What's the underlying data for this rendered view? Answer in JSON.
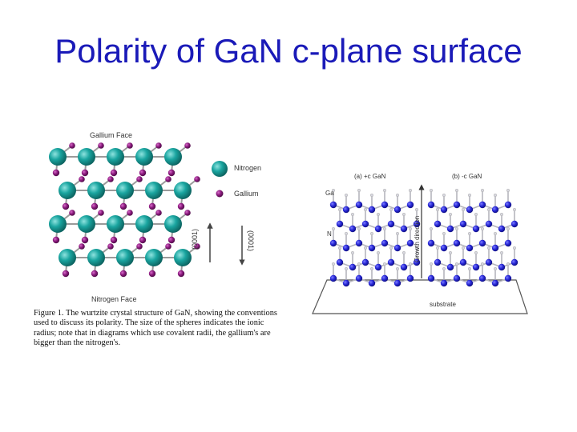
{
  "slide": {
    "title": "Polarity of GaN c-plane surface"
  },
  "figure1": {
    "top_label": "Gallium   Face",
    "bottom_label": "Nitrogen  Face",
    "legend": {
      "nitrogen": "Nitrogen",
      "gallium": "Gallium"
    },
    "arrow_up_label": "(0001)",
    "arrow_down_label": "(0001)",
    "caption_prefix": "Figure 1.",
    "caption": "The wurtzite crystal structure of GaN, showing the conventions used to discuss its polarity. The size of the spheres indicates the ionic radius; note that in diagrams which use covalent radii, the gallium's are bigger than the nitrogen's.",
    "colors": {
      "nitrogen": "#1aa5a0",
      "gallium": "#8b1a7e"
    }
  },
  "figure2": {
    "panel_a": "(a) +c GaN",
    "panel_b": "(b) -c GaN",
    "ga_label": "Ga",
    "n_label": "N",
    "axis_label": "Growth direction",
    "substrate_label": "substrate",
    "colors": {
      "atom": "#2727d6",
      "bond": "#b5b5bd"
    }
  }
}
